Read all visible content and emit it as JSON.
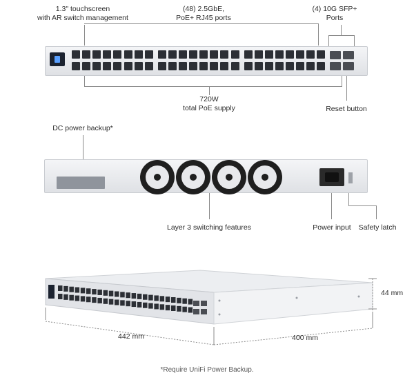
{
  "labels": {
    "touchscreen": [
      "1.3\" touchscreen",
      "with AR switch management"
    ],
    "rj45": [
      "(48) 2.5GbE,",
      "PoE+ RJ45 ports"
    ],
    "sfp": [
      "(4) 10G SFP+",
      "Ports"
    ],
    "poe": [
      "720W",
      "total PoE supply"
    ],
    "reset": "Reset button",
    "dc_backup": "DC power backup*",
    "layer3": "Layer 3 switching features",
    "power_input": "Power input",
    "safety_latch": "Safety latch",
    "height": "44 mm",
    "width": "442 mm",
    "depth": "400 mm",
    "footnote": "*Require UniFi Power Backup."
  },
  "colors": {
    "panel_light": "#f4f5f7",
    "panel_dark": "#dfe1e5",
    "port": "#2c2f35",
    "screen": "#1c2330",
    "line": "#8a8a8a",
    "text": "#2b2b2b"
  },
  "front": {
    "rj45_ports": 48,
    "sfp_ports": 4
  },
  "rear": {
    "fans": 4
  }
}
